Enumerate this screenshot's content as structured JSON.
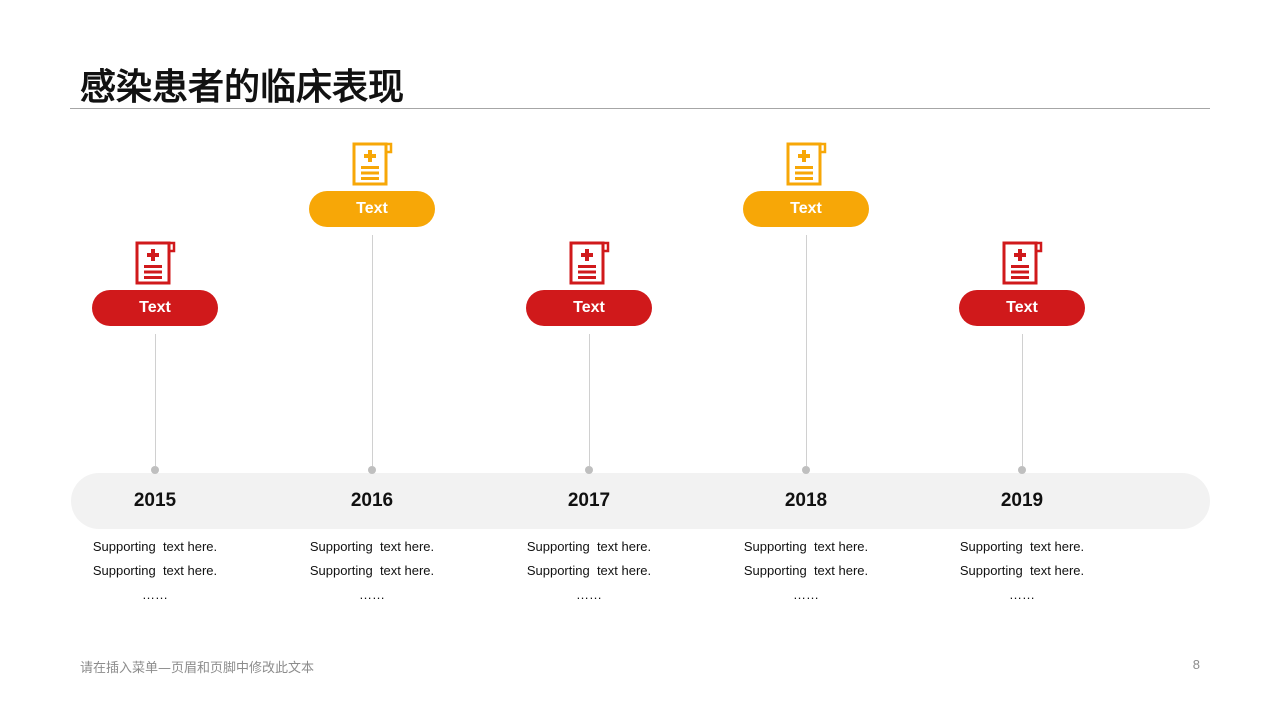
{
  "header": {
    "title": "感染患者的临床表现"
  },
  "colors": {
    "red": "#d0191b",
    "orange": "#f7a707",
    "bar": "#f2f2f2",
    "connector": "#d0d0d0",
    "dot": "#bfbfbf"
  },
  "timeline": {
    "items": [
      {
        "year": "2015",
        "label": "Text",
        "color": "red",
        "position": "low",
        "icon": "medical-report-icon",
        "lines": [
          "Supporting  text here.",
          "Supporting  text here.",
          "……"
        ]
      },
      {
        "year": "2016",
        "label": "Text",
        "color": "orange",
        "position": "high",
        "icon": "medical-report-icon",
        "lines": [
          "Supporting  text here.",
          "Supporting  text here.",
          "……"
        ]
      },
      {
        "year": "2017",
        "label": "Text",
        "color": "red",
        "position": "low",
        "icon": "medical-report-icon",
        "lines": [
          "Supporting  text here.",
          "Supporting  text here.",
          "……"
        ]
      },
      {
        "year": "2018",
        "label": "Text",
        "color": "orange",
        "position": "high",
        "icon": "medical-report-icon",
        "lines": [
          "Supporting  text here.",
          "Supporting  text here.",
          "……"
        ]
      },
      {
        "year": "2019",
        "label": "Text",
        "color": "red",
        "position": "low",
        "icon": "medical-report-icon",
        "lines": [
          "Supporting  text here.",
          "Supporting  text here.",
          "……"
        ]
      }
    ]
  },
  "footer": {
    "text": "请在插入菜单—页眉和页脚中修改此文本",
    "page_number": "8"
  }
}
